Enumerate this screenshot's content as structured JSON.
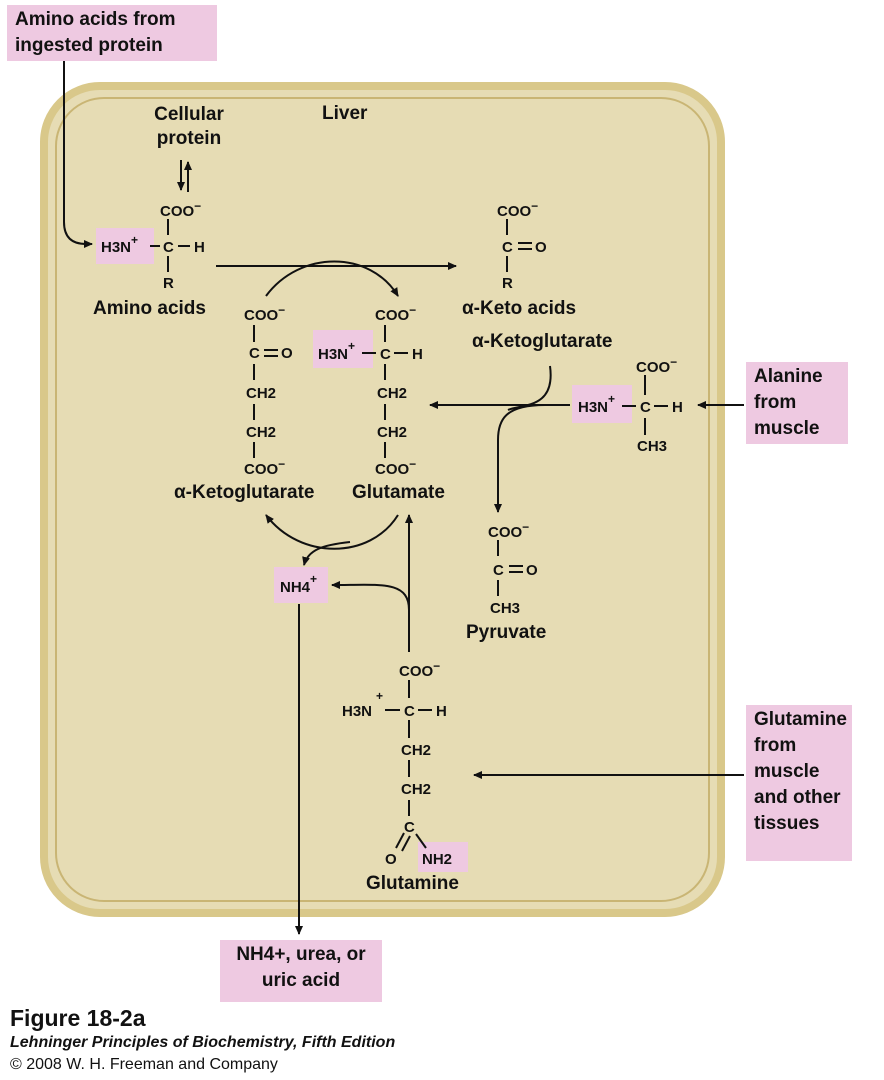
{
  "labels": {
    "amino_acids_ingested": "Amino acids from ingested protein",
    "cellular_protein": "Cellular protein",
    "liver": "Liver",
    "amino_acids": "Amino acids",
    "alpha_keto_acids": "α-Keto acids",
    "alpha_ketoglutarate_right": "α-Ketoglutarate",
    "alpha_ketoglutarate_left": "α-Ketoglutarate",
    "glutamate": "Glutamate",
    "alanine_from_muscle": "Alanine from muscle",
    "pyruvate": "Pyruvate",
    "glutamine": "Glutamine",
    "glutamine_from_tissues": "Glutamine from muscle and other tissues",
    "nh4": "NH4+",
    "nh4_urea": "NH4+, urea, or uric acid"
  },
  "chem": {
    "coo": "COO",
    "minus": "−",
    "h3n": "H3N",
    "plus": "+",
    "c": "C",
    "h": "H",
    "r": "R",
    "o": "O",
    "ch2": "CH2",
    "ch3": "CH3",
    "nh2": "NH2",
    "nh4": "NH4"
  },
  "caption": {
    "figure": "Figure 18-2a",
    "book": "Lehninger Principles of Biochemistry, Fifth Edition",
    "copyright": "© 2008 W. H. Freeman and Company"
  },
  "colors": {
    "cell_fill": "#e6dcb4",
    "cell_border": "#d9c88a",
    "highlight": "#eec9e1"
  }
}
